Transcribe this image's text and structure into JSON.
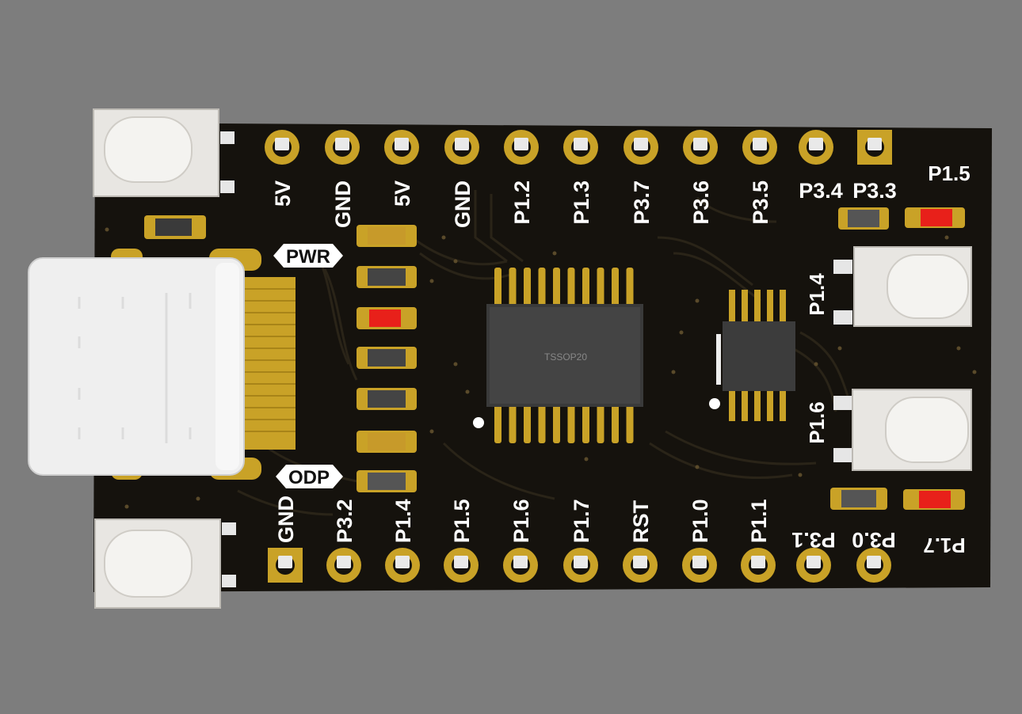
{
  "board": {
    "pcb_color": "#15120d",
    "trace_color": "#2a2418",
    "gold_color": "#c9a227",
    "silk_color": "#ffffff",
    "led_color": "#e8201a"
  },
  "top_pins": [
    "5V",
    "GND",
    "5V",
    "GND",
    "P1.2",
    "P1.3",
    "P3.7",
    "P3.6",
    "P3.5",
    "P3.4",
    "P3.3"
  ],
  "bottom_pins": [
    "GND",
    "P3.2",
    "P1.4",
    "P1.5",
    "P1.6",
    "P1.7",
    "RST",
    "P1.0",
    "P1.1",
    "P3.1",
    "P3.0"
  ],
  "labels": {
    "pwr": "PWR",
    "odp": "ODP",
    "chip": "TSSOP20",
    "p15_led": "P1.5",
    "p17_led": "P1.7",
    "btn_top": "P1.4",
    "btn_bottom": "P1.6"
  }
}
